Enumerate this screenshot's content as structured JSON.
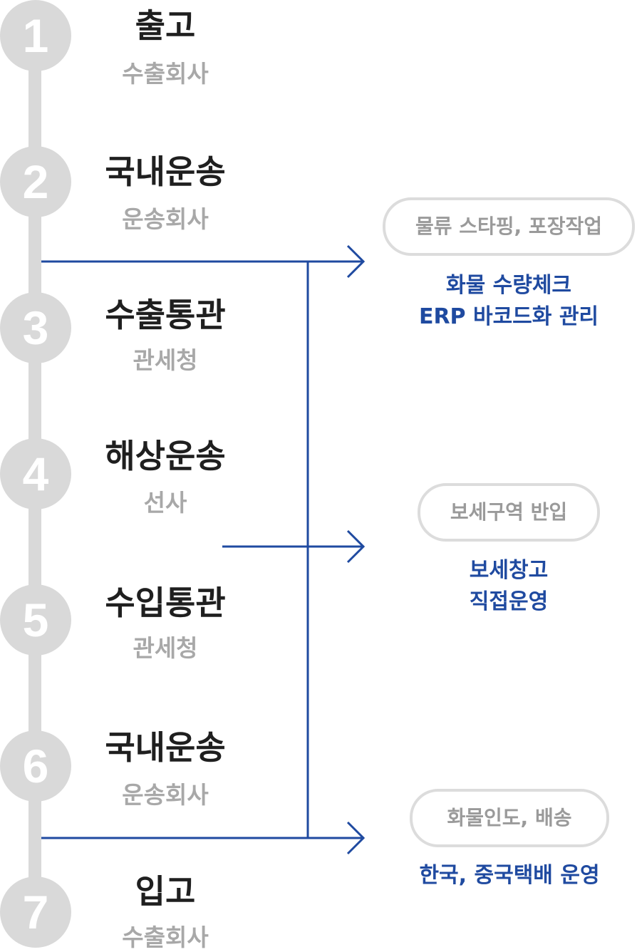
{
  "colors": {
    "timeline": "#d9d9d9",
    "connector": "#1f4aa0",
    "title": "#1f1f1f",
    "subtitle": "#a8a8a8",
    "pill_border": "#dcdcdc",
    "pill_text": "#9a9a9a",
    "description": "#1f4aa0"
  },
  "steps": [
    {
      "number": "1",
      "title": "출고",
      "sub": "수출회사"
    },
    {
      "number": "2",
      "title": "국내운송",
      "sub": "운송회사"
    },
    {
      "number": "3",
      "title": "수출통관",
      "sub": "관세청"
    },
    {
      "number": "4",
      "title": "해상운송",
      "sub": "선사"
    },
    {
      "number": "5",
      "title": "수입통관",
      "sub": "관세청"
    },
    {
      "number": "6",
      "title": "국내운송",
      "sub": "운송회사"
    },
    {
      "number": "7",
      "title": "입고",
      "sub": "수출회사"
    }
  ],
  "services": [
    {
      "tag": "물류 스타핑, 포장작업",
      "desc_line1": "화물 수량체크",
      "desc_line2": "ERP 바코드화 관리"
    },
    {
      "tag": "보세구역 반입",
      "desc_line1": "보세창고",
      "desc_line2": "직접운영"
    },
    {
      "tag": "화물인도, 배송",
      "desc_line1": "한국, 중국택배 운영",
      "desc_line2": ""
    }
  ]
}
